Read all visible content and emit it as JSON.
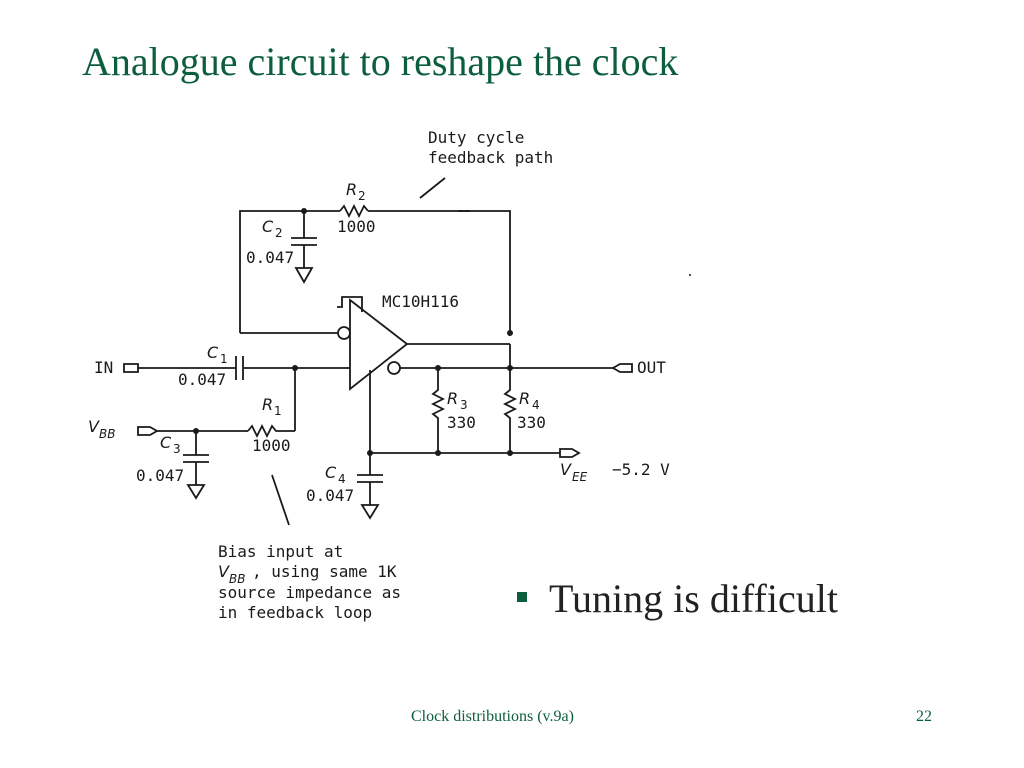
{
  "slide": {
    "title": "Analogue circuit to reshape the clock",
    "bullets": [
      "Tuning is difficult"
    ],
    "footer_text": "Clock distributions (v.9a)",
    "page_number": "22"
  },
  "circuit": {
    "chip": "MC10H116",
    "note_top": [
      "Duty cycle",
      "feedback path"
    ],
    "note_bottom": [
      "Bias input at",
      ", using same 1K",
      "source impedance as",
      "in feedback loop"
    ],
    "ports": {
      "in": "IN",
      "out": "OUT",
      "vbb": "V",
      "vbb_sub": "BB",
      "vee": "V",
      "vee_sub": "EE",
      "vee_value": "−5.2 V"
    },
    "components": {
      "c1": {
        "sym": "C",
        "sub": "1",
        "value": "0.047"
      },
      "c2": {
        "sym": "C",
        "sub": "2",
        "value": "0.047"
      },
      "c3": {
        "sym": "C",
        "sub": "3",
        "value": "0.047"
      },
      "c4": {
        "sym": "C",
        "sub": "4",
        "value": "0.047"
      },
      "r1": {
        "sym": "R",
        "sub": "1",
        "value": "1000"
      },
      "r2": {
        "sym": "R",
        "sub": "2",
        "value": "1000"
      },
      "r3": {
        "sym": "R",
        "sub": "3",
        "value": "330"
      },
      "r4": {
        "sym": "R",
        "sub": "4",
        "value": "330"
      }
    }
  },
  "colors": {
    "title": "#0c5e3c",
    "text": "#222222",
    "footer": "#0c5e3c",
    "bullet": "#0c5e3c"
  }
}
